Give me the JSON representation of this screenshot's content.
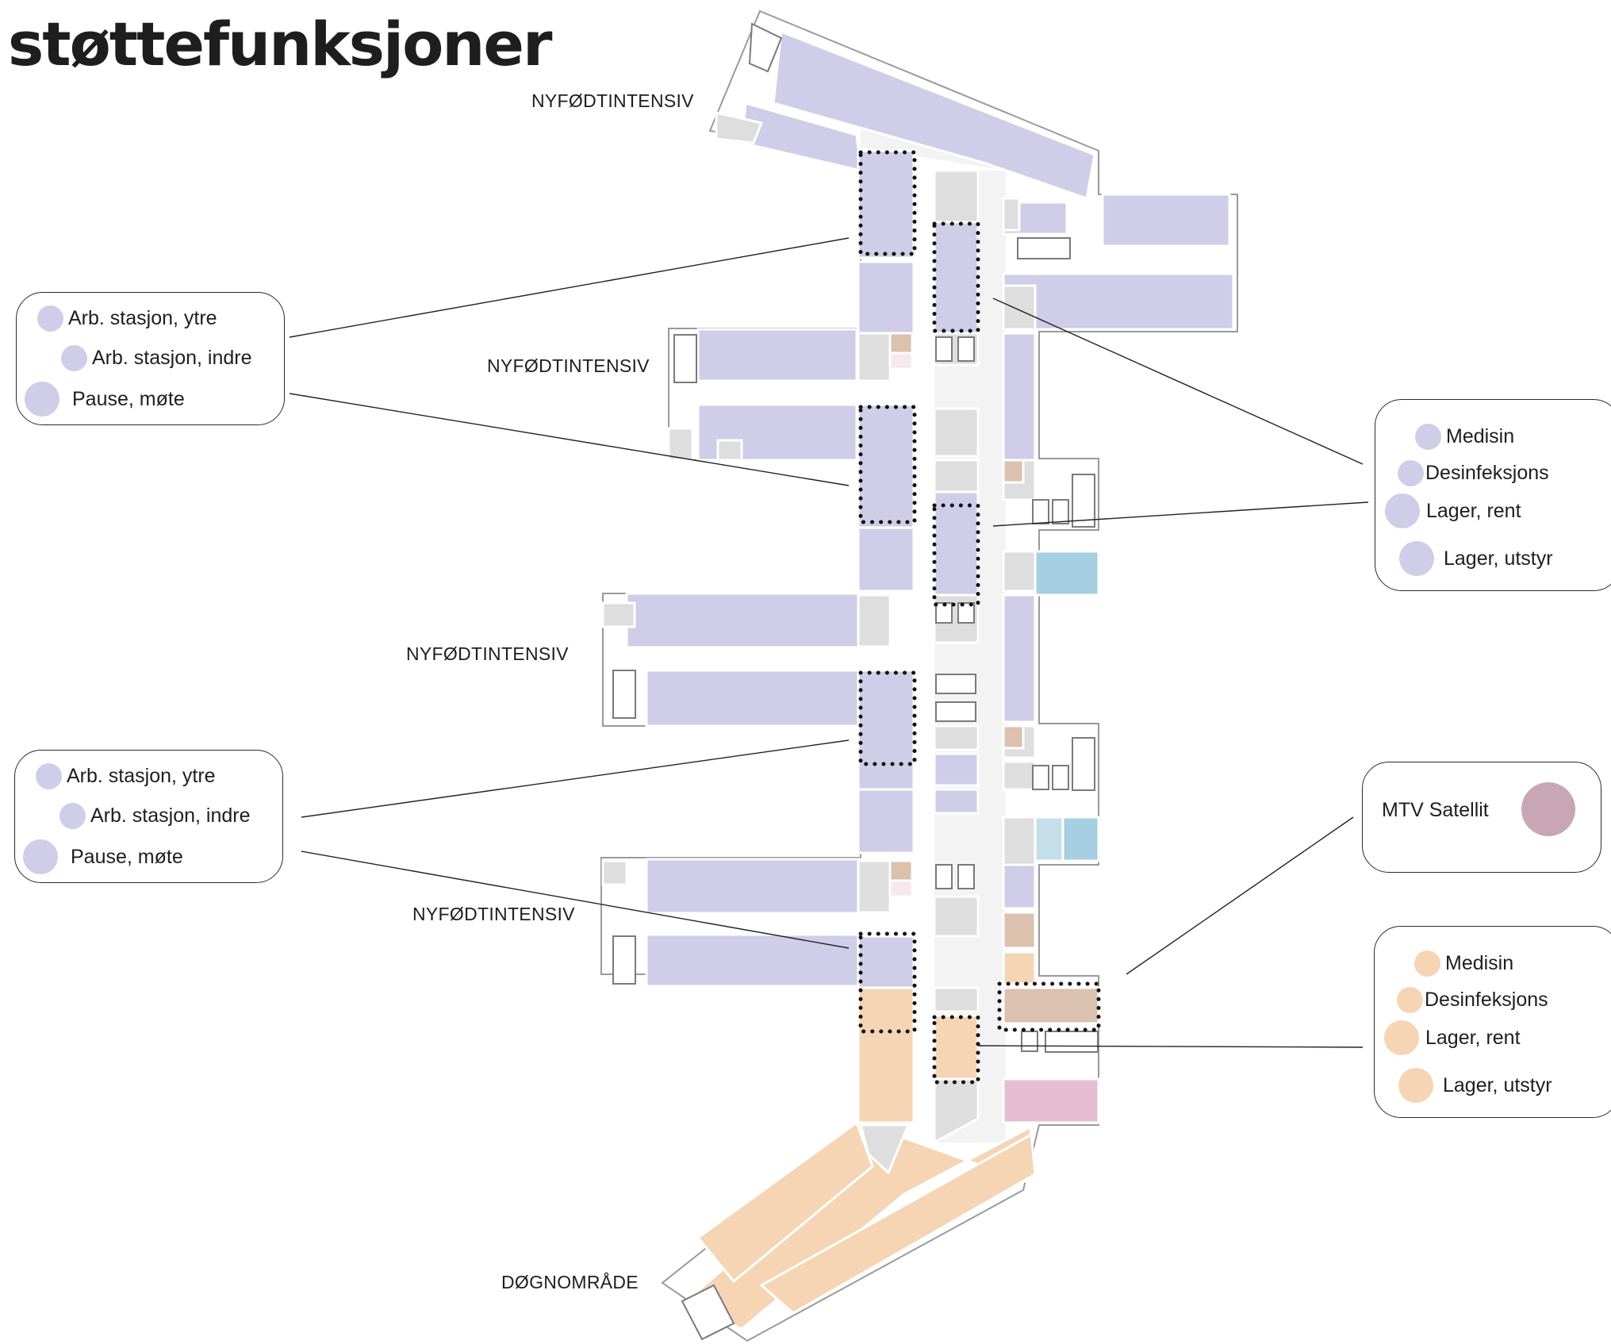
{
  "title": "støttefunksjoner",
  "area_labels": {
    "nyfodt_1": "NYFØDTINTENSIV",
    "nyfodt_2": "NYFØDTINTENSIV",
    "nyfodt_3": "NYFØDTINTENSIV",
    "nyfodt_4": "NYFØDTINTENSIV",
    "dogn": "DØGNOMRÅDE"
  },
  "legend_left_upper": [
    "Arb. stasjon, ytre",
    "Arb. stasjon, indre",
    "Pause, møte"
  ],
  "legend_left_lower": [
    "Arb. stasjon, ytre",
    "Arb. stasjon, indre",
    "Pause, møte"
  ],
  "legend_right_purple": [
    "Medisin",
    "Desinfeksjons",
    "Lager, rent",
    "Lager, utstyr"
  ],
  "legend_right_orange": [
    "Medisin",
    "Desinfeksjons",
    "Lager, rent",
    "Lager, utstyr"
  ],
  "mtv": "MTV Satellit",
  "colors": {
    "purple": "#d0cde8",
    "orange": "#f6d5b4",
    "grey": "#dedede",
    "blue": "#a6cfe2",
    "light_blue": "#c5e0eb",
    "pink": "#e5bfd1",
    "tan": "#dac2ae",
    "mauve": "#c8a6b4",
    "line": "#222222"
  }
}
